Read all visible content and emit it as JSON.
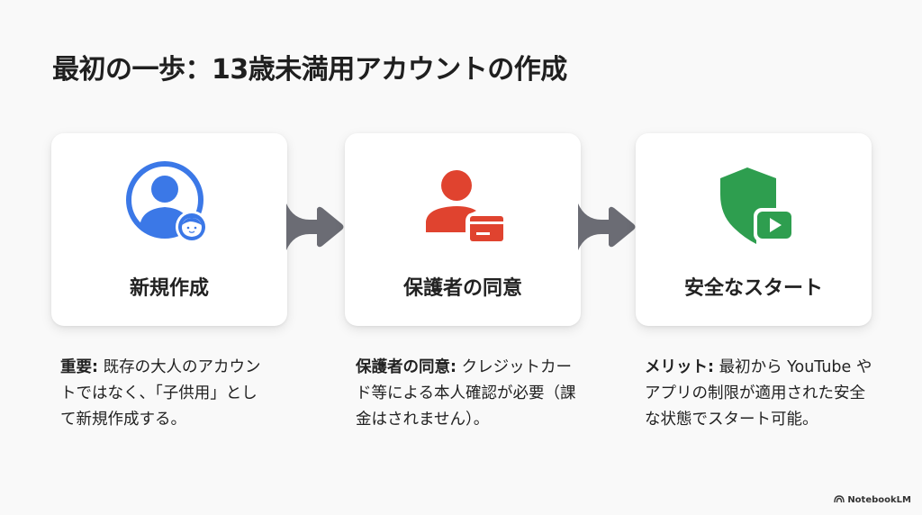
{
  "title": "最初の一歩：13歳未満用アカウントの作成",
  "steps": [
    {
      "icon": "user-with-child-icon",
      "color": "#3b78e7",
      "label": "新規作成",
      "desc_bold": "重要:",
      "desc_text": " 既存の大人のアカウントではなく、「子供用」として新規作成する。"
    },
    {
      "icon": "user-with-credit-card-icon",
      "color": "#e0432f",
      "label": "保護者の同意",
      "desc_bold": "保護者の同意:",
      "desc_text": " クレジットカード等による本人確認が必要（課金はされません）。"
    },
    {
      "icon": "shield-with-play-icon",
      "color": "#2e9e4f",
      "label": "安全なスタート",
      "desc_bold": "メリット:",
      "desc_text": " 最初から YouTube やアプリの制限が適用された安全な状態でスタート可能。"
    }
  ],
  "arrow_color": "#6b6c74",
  "brand": {
    "icon": "notebooklm-logo-icon",
    "label": "NotebookLM"
  }
}
